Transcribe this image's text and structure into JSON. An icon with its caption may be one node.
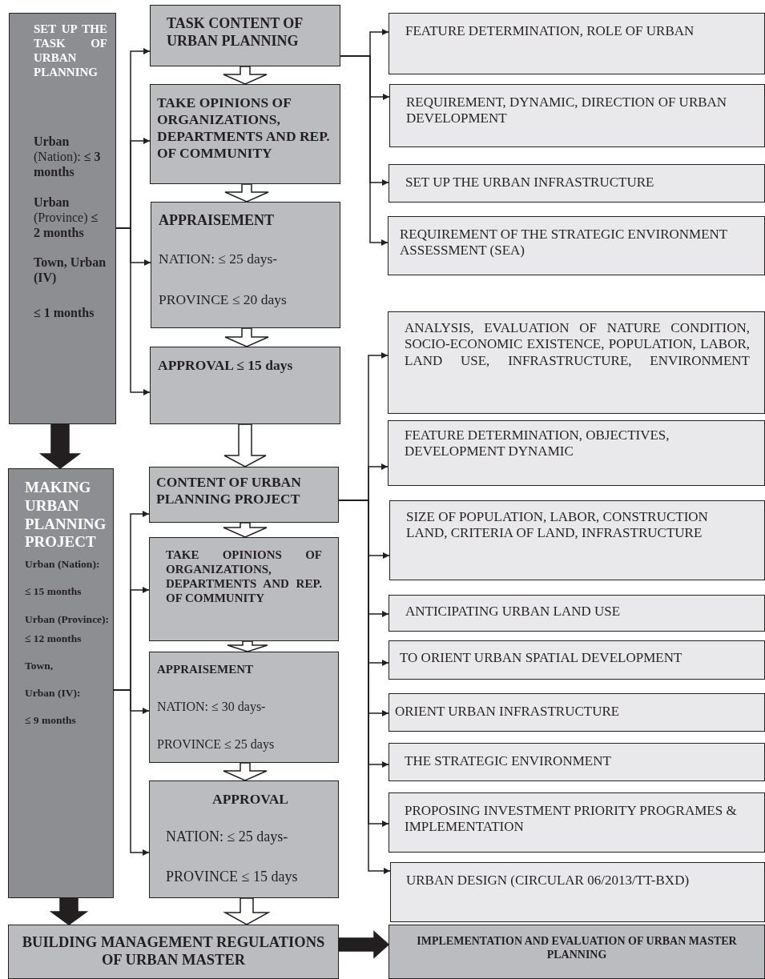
{
  "diagram": {
    "nodes": [
      {
        "text": [
          "SET UP THE TASK OF URBAN PLANNING",
          "**Urban** (Nation): **≤ 3 months**",
          "**Urban** (Province) **≤ 2 months**",
          "**Town, Urban (IV)**",
          "**≤ 1 months**"
        ]
      },
      {
        "text": [
          "TASK CONTENT OF URBAN PLANNING"
        ]
      },
      {
        "text": [
          "TAKE OPINIONS OF ORGANIZATIONS, DEPARTMENTS AND REP. OF COMMUNITY"
        ]
      },
      {
        "text": [
          "APPRAISEMENT",
          "NATION: ≤ 25 days-",
          "PROVINCE ≤ 20 days"
        ]
      },
      {
        "text": [
          "APPROVAL ≤ 15 days"
        ]
      },
      {
        "text": [
          "FEATURE DETERMINATION, ROLE OF URBAN"
        ]
      },
      {
        "text": [
          "REQUIREMENT, DYNAMIC, DIRECTION OF URBAN DEVELOPMENT"
        ]
      },
      {
        "text": [
          "SET UP THE URBAN INFRASTRUCTURE"
        ]
      },
      {
        "text": [
          "REQUIREMENT OF THE STRATEGIC ENVIRONMENT ASSESSMENT (SEA)"
        ]
      },
      {
        "text": [
          "MAKING URBAN PLANNING PROJECT",
          "Urban (Nation):",
          "≤ 15 months",
          "Urban (Province):",
          "≤ 12 months",
          "Town,",
          "Urban (IV):",
          "≤ 9 months"
        ]
      },
      {
        "text": [
          "CONTENT OF URBAN PLANNING PROJECT"
        ]
      },
      {
        "text": [
          "TAKE OPINIONS OF ORGANIZATIONS, DEPARTMENTS AND REP. OF COMMUNITY"
        ]
      },
      {
        "text": [
          "APPRAISEMENT",
          "NATION: ≤ 30 days-",
          "PROVINCE ≤ 25 days"
        ]
      },
      {
        "text": [
          "APPROVAL",
          "NATION: ≤ 25 days-",
          "PROVINCE ≤ 15 days"
        ]
      },
      {
        "text": [
          "ANALYSIS, EVALUATION OF NATURE CONDITION, SOCIO-ECONOMIC EXISTENCE, POPULATION, LABOR, LAND USE, INFRASTRUCTURE, ENVIRONMENT"
        ]
      },
      {
        "text": [
          "FEATURE DETERMINATION, OBJECTIVES, DEVELOPMENT DYNAMIC"
        ]
      },
      {
        "text": [
          "SIZE OF POPULATION, LABOR, CONSTRUCTION LAND, CRITERIA OF LAND, INFRASTRUCTURE"
        ]
      },
      {
        "text": [
          "ANTICIPATING URBAN LAND USE"
        ]
      },
      {
        "text": [
          "TO ORIENT URBAN SPATIAL DEVELOPMENT"
        ]
      },
      {
        "text": [
          "ORIENT URBAN INFRASTRUCTURE"
        ]
      },
      {
        "text": [
          "THE STRATEGIC ENVIRONMENT"
        ]
      },
      {
        "text": [
          "PROPOSING INVESTMENT PRIORITY PROGRAMES & IMPLEMENTATION"
        ]
      },
      {
        "text": [
          "URBAN DESIGN (CIRCULAR 06/2013/TT-BXD)"
        ]
      },
      {
        "text": [
          "BUILDING MANAGEMENT REGULATIONS OF URBAN MASTER"
        ]
      },
      {
        "text": [
          "IMPLEMENTATION AND EVALUATION OF URBAN MASTER PLANNING"
        ]
      }
    ],
    "edges": [
      {
        "from": 0,
        "to": 1,
        "arrow": "to"
      },
      {
        "from": 0,
        "to": 2,
        "arrow": "to"
      },
      {
        "from": 0,
        "to": 3,
        "arrow": "to"
      },
      {
        "from": 0,
        "to": 4,
        "arrow": "to"
      },
      {
        "from": 1,
        "to": 5,
        "arrow": "to"
      },
      {
        "from": 1,
        "to": 6,
        "arrow": "to"
      },
      {
        "from": 1,
        "to": 7,
        "arrow": "to"
      },
      {
        "from": 1,
        "to": 8,
        "arrow": "to"
      },
      {
        "from": 1,
        "to": 2,
        "arrow": "to",
        "style": "thick",
        "color": "#ffffff"
      },
      {
        "from": 2,
        "to": 3,
        "arrow": "to",
        "style": "thick",
        "color": "#ffffff"
      },
      {
        "from": 3,
        "to": 4,
        "arrow": "to",
        "style": "thick",
        "color": "#ffffff"
      },
      {
        "from": 4,
        "to": 10,
        "arrow": "to",
        "style": "thick",
        "color": "#ffffff"
      },
      {
        "from": 0,
        "to": 9,
        "arrow": "to",
        "style": "thick",
        "color": "#231f20"
      },
      {
        "from": 9,
        "to": 10,
        "arrow": "to"
      },
      {
        "from": 9,
        "to": 11,
        "arrow": "to"
      },
      {
        "from": 9,
        "to": 12,
        "arrow": "to"
      },
      {
        "from": 9,
        "to": 13,
        "arrow": "to"
      },
      {
        "from": 10,
        "to": 14,
        "arrow": "to"
      },
      {
        "from": 10,
        "to": 15,
        "arrow": "to"
      },
      {
        "from": 10,
        "to": 16,
        "arrow": "to"
      },
      {
        "from": 10,
        "to": 17,
        "arrow": "to"
      },
      {
        "from": 10,
        "to": 18,
        "arrow": "to"
      },
      {
        "from": 10,
        "to": 19,
        "arrow": "to"
      },
      {
        "from": 10,
        "to": 20,
        "arrow": "to"
      },
      {
        "from": 10,
        "to": 21,
        "arrow": "to"
      },
      {
        "from": 10,
        "to": 22,
        "arrow": "to"
      },
      {
        "from": 10,
        "to": 11,
        "arrow": "to",
        "style": "thick",
        "color": "#ffffff"
      },
      {
        "from": 11,
        "to": 12,
        "arrow": "to",
        "style": "thick",
        "color": "#ffffff"
      },
      {
        "from": 12,
        "to": 13,
        "arrow": "to",
        "style": "thick",
        "color": "#ffffff"
      },
      {
        "from": 13,
        "to": 23,
        "arrow": "to",
        "style": "thick",
        "color": "#ffffff"
      },
      {
        "from": 9,
        "to": 23,
        "arrow": "to",
        "style": "thick",
        "color": "#231f20"
      },
      {
        "from": 23,
        "to": 24,
        "arrow": "to",
        "style": "thick",
        "color": "#231f20"
      }
    ]
  }
}
